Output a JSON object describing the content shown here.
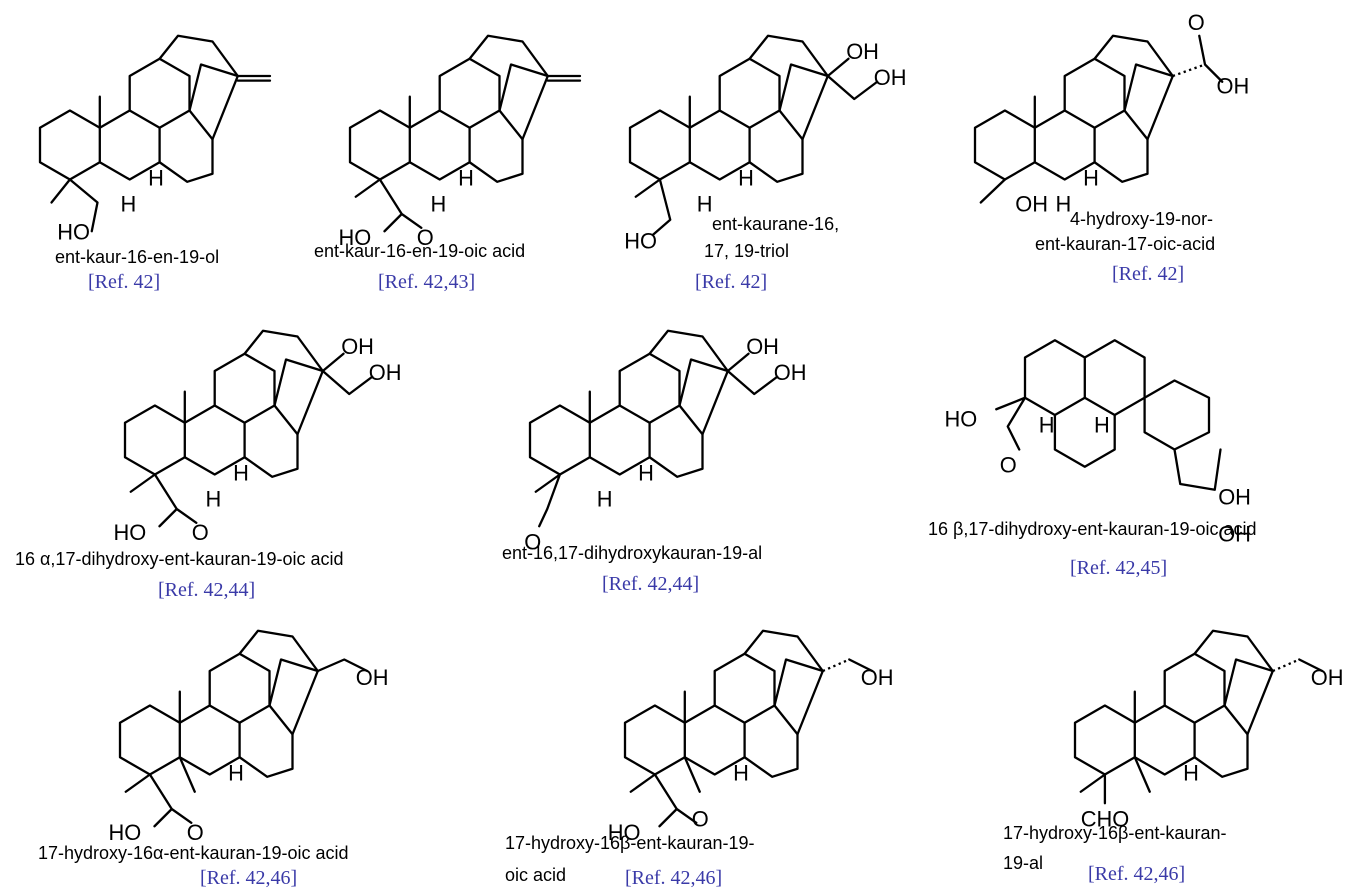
{
  "compounds": [
    {
      "name": "ent-kaur-16-en-19-ol",
      "ref": "[Ref. 42]"
    },
    {
      "name": "ent-kaur-16-en-19-oic acid",
      "ref": "[Ref. 42,43]"
    },
    {
      "name_line1": "ent-kaurane-16,",
      "name_line2": "17, 19-triol",
      "ref": "[Ref. 42]"
    },
    {
      "name_line1": "4-hydroxy-19-nor-",
      "name_line2": "ent-kauran-17-oic-acid",
      "ref": "[Ref. 42]"
    },
    {
      "name": "16 α,17-dihydroxy-ent-kauran-19-oic acid",
      "ref": "[Ref. 42,44]"
    },
    {
      "name": "ent-16,17-dihydroxykauran-19-al",
      "ref": "[Ref. 42,44]"
    },
    {
      "name": "16 β,17-dihydroxy-ent-kauran-19-oic acid",
      "ref": "[Ref. 42,45]"
    },
    {
      "name": "17-hydroxy-16α-ent-kauran-19-oic acid",
      "ref": "[Ref. 42,46]"
    },
    {
      "name_line1": "17-hydroxy-16β-ent-kauran-19-",
      "name_line2": "oic acid",
      "ref": "[Ref. 42,46]"
    },
    {
      "name_line1": "17-hydroxy-16β-ent-kauran-",
      "name_line2": "19-al",
      "ref": "[Ref. 42,46]"
    }
  ]
}
